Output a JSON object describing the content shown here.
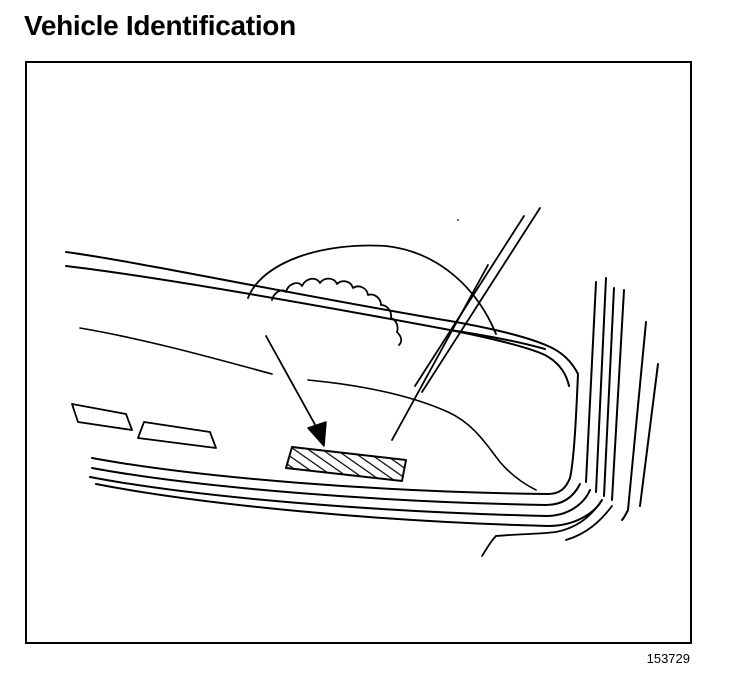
{
  "page": {
    "title": "Vehicle Identification",
    "figure_number": "153729"
  },
  "illustration": {
    "subject": "instrument-panel-vin-plate",
    "stroke_color": "#000000",
    "background_color": "#ffffff"
  }
}
